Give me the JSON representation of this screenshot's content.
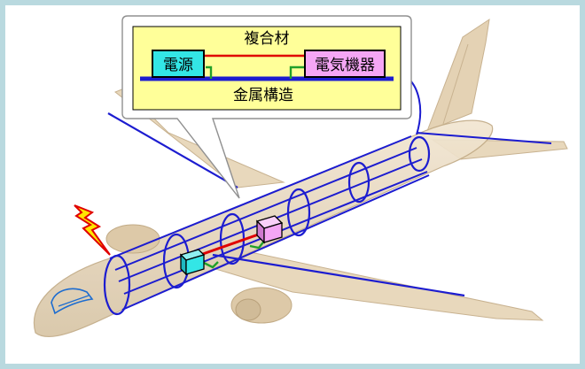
{
  "labels": {
    "composite": "複合材",
    "power_source": "電源",
    "electrical_equipment": "電気機器",
    "metal_structure": "金属構造"
  },
  "colors": {
    "frame_border": "#b9d9df",
    "callout_fill": "#ffff99",
    "power_box": "#33e6e6",
    "equipment_box": "#f5a6f5",
    "wire_red": "#e00000",
    "ground_green": "#22a02a",
    "metal_blue": "#1c1cd0",
    "aircraft_body": "#ecdcc4",
    "lightning": "#ffe600"
  }
}
